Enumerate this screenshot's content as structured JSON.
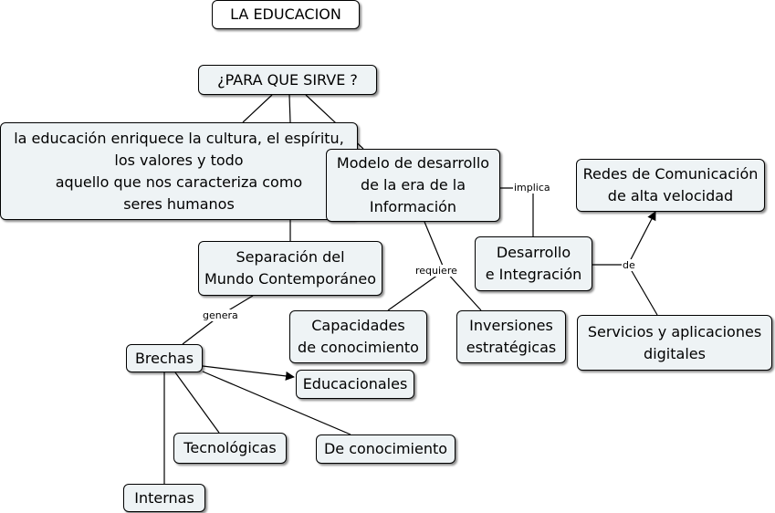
{
  "concept_map": {
    "nodes": {
      "title": "LA EDUCACION",
      "para_que": "¿PARA QUE SIRVE ?",
      "cultura": "la educación enriquece la cultura, el espíritu,\nlos valores y todo\naquello que nos caracteriza como\nseres humanos",
      "modelo": "Modelo de desarrollo\nde  la era de la\nInformación",
      "redes": "Redes de Comunicación\nde alta velocidad",
      "desarrollo": "Desarrollo\ne Integración",
      "separacion": "Separación del\nMundo Contemporáneo",
      "capacidades": "Capacidades\nde conocimiento",
      "inversiones": "Inversiones\nestratégicas",
      "servicios": "Servicios y aplicaciones\ndigitales",
      "brechas": "Brechas",
      "educacionales": "Educacionales",
      "tecnologicas": "Tecnológicas",
      "de_conocimiento": "De conocimiento",
      "internas": "Internas"
    },
    "links": {
      "implica": "implica",
      "requiere": "requiere",
      "de": "de",
      "genera": "genera"
    }
  }
}
